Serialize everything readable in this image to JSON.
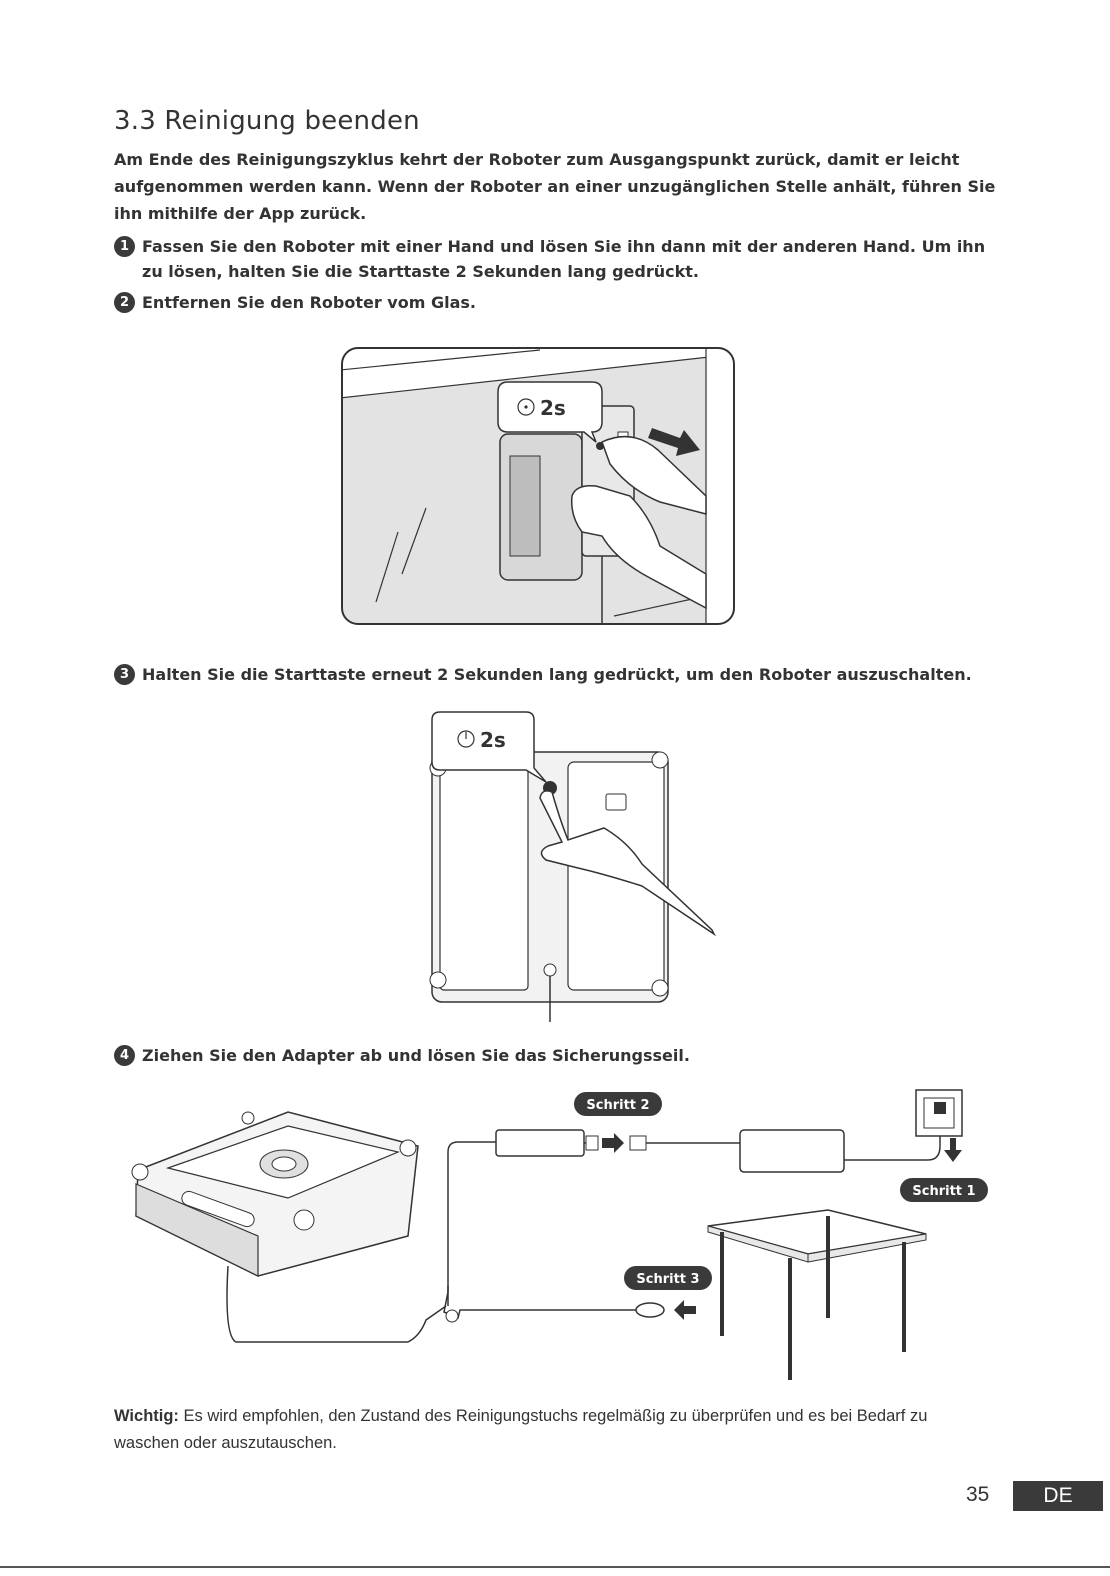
{
  "section": {
    "title": "3.3 Reinigung beenden",
    "intro": "Am Ende des Reinigungszyklus kehrt der Roboter zum Ausgangspunkt zurück, damit er leicht aufgenommen werden kann. Wenn der Roboter an einer unzugänglichen Stelle anhält, führen Sie ihn mithilfe der App zurück."
  },
  "steps": [
    {
      "number": "1",
      "text": "Fassen Sie den Roboter mit einer Hand und lösen Sie ihn dann mit der anderen Hand. Um ihn zu lösen, halten Sie die Starttaste 2 Sekunden lang gedrückt."
    },
    {
      "number": "2",
      "text": "Entfernen Sie den Roboter vom Glas."
    },
    {
      "number": "3",
      "text": "Halten Sie die Starttaste erneut 2 Sekunden lang gedrückt, um den Roboter auszuschalten."
    },
    {
      "number": "4",
      "text": "Ziehen Sie den Adapter ab und lösen Sie das Sicherungsseil."
    }
  ],
  "figures": {
    "remove": {
      "callout": "2s",
      "icon": "start-button-icon"
    },
    "poweroff": {
      "callout": "2s",
      "icon": "power-icon"
    },
    "disconnect": {
      "labels": [
        "Schritt 2",
        "Schritt 1",
        "Schritt 3"
      ]
    }
  },
  "note": {
    "label": "Wichtig:",
    "text": "Es wird empfohlen, den Zustand des Reinigungstuchs regelmäßig zu überprüfen und es bei Bedarf zu waschen oder auszutauschen."
  },
  "footer": {
    "page_number": "35",
    "language": "DE"
  },
  "colors": {
    "badge": "#3a3a3a",
    "glass": "#e3e3e3",
    "line": "#333333"
  }
}
